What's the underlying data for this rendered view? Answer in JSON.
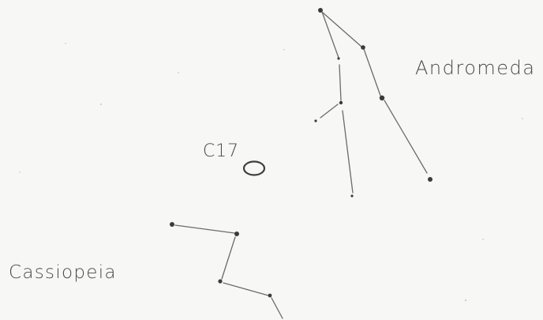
{
  "labels": {
    "andromeda": "Andromeda",
    "cassiopeia": "Cassiopeia",
    "c17": "C17"
  },
  "colors": {
    "paper": "#f7f7f5",
    "pencil": "#3b3b3b"
  }
}
